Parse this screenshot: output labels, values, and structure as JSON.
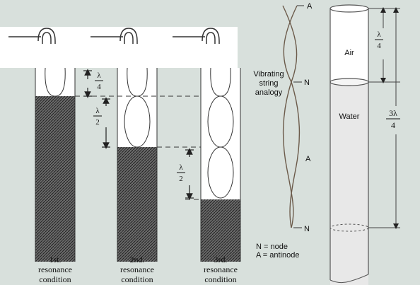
{
  "left_panel": {
    "tubes": [
      {
        "caption_line1": "1st.",
        "caption_line2": "resonance",
        "caption_line3": "condition"
      },
      {
        "caption_line1": "2nd.",
        "caption_line2": "resonance",
        "caption_line3": "condition"
      },
      {
        "caption_line1": "3rd.",
        "caption_line2": "resonance",
        "caption_line3": "condition"
      }
    ],
    "quarter_wave": {
      "num": "λ",
      "den": "4"
    },
    "half_wave_1": {
      "num": "λ",
      "den": "2"
    },
    "half_wave_2": {
      "num": "λ",
      "den": "2"
    }
  },
  "right_panel": {
    "vibrating_label_1": "Vibrating",
    "vibrating_label_2": "string",
    "vibrating_label_3": "analogy",
    "node_labels": [
      "A",
      "N",
      "A",
      "N"
    ],
    "air_label": "Air",
    "water_label": "Water",
    "quarter": {
      "num": "λ",
      "den": "4"
    },
    "three_quarter": {
      "num": "3λ",
      "den": "4"
    },
    "legend_line1": "N = node",
    "legend_line2": "A = antinode"
  },
  "colors": {
    "background": "#d8e0dc",
    "hatch": "#4a4a4a",
    "water": "#e6e6e6",
    "line": "#555555",
    "string": "#6b5a4a"
  }
}
